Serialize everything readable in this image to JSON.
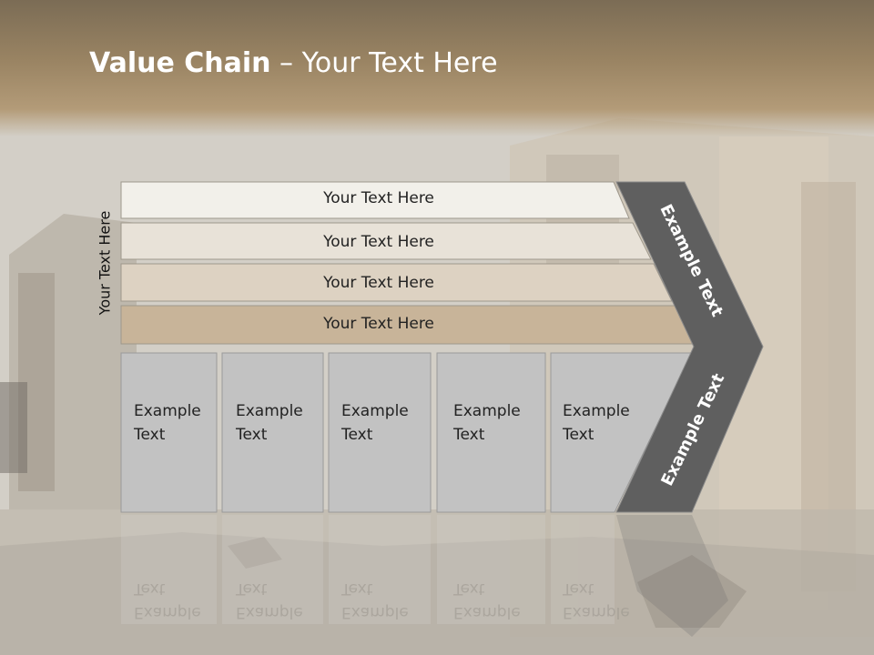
{
  "title": {
    "bold": "Value Chain",
    "rest": " – Your Text Here"
  },
  "side_label": "Your Text Here",
  "rows": [
    "Your Text Here",
    "Your Text Here",
    "Your Text Here",
    "Your Text Here"
  ],
  "boxes": [
    "Example\nText",
    "Example\nText",
    "Example\nText",
    "Example\nText",
    "Example\nText"
  ],
  "chevron_upper": "Example Text",
  "chevron_lower": "Example Text",
  "colors": {
    "row1": "#f2f0ea",
    "row2": "#e8e2d8",
    "row3": "#ddd2c2",
    "row4": "#c8b499",
    "box": "#c2c2c2",
    "chevron": "#5f5f5f"
  }
}
